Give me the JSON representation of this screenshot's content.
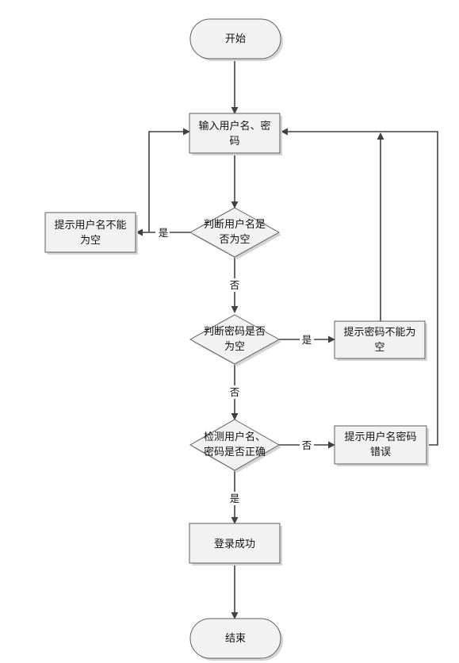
{
  "nodes": {
    "start": "开始",
    "input": [
      "输入用户名、密",
      "码"
    ],
    "check_user_empty": [
      "判断用户名是",
      "否为空"
    ],
    "tip_user_empty": [
      "提示用户名不能",
      "为空"
    ],
    "check_pwd_empty": [
      "判断密码是否",
      "为空"
    ],
    "tip_pwd_empty": [
      "提示密码不能为",
      "空"
    ],
    "verify": [
      "检测用户名、",
      "密码是否正确"
    ],
    "tip_wrong": [
      "提示用户名密码",
      "错误"
    ],
    "success": "登录成功",
    "end": "结束"
  },
  "edges": {
    "user_empty_yes": "是",
    "user_empty_no": "否",
    "pwd_empty_yes": "是",
    "pwd_empty_no": "否",
    "verify_no": "否",
    "verify_yes": "是"
  },
  "colors": {
    "fill": "#f2f2f2",
    "stroke": "#5f5f5f",
    "connector": "#404040",
    "shadow": "#d4d4d4"
  }
}
